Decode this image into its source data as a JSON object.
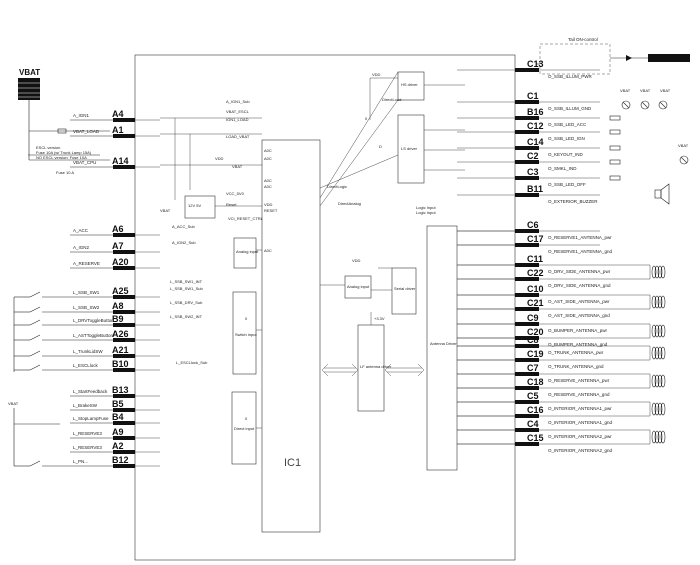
{
  "title": {
    "vbat": "VBAT",
    "ic": "IC1",
    "tail_control": "Tail ON-control"
  },
  "left_pins": [
    {
      "pin": "A4",
      "signal": "A_IGN1"
    },
    {
      "pin": "A1",
      "signal": "VBAT_LOAD"
    },
    {
      "pin": "A14",
      "signal": "VBAT_CPU"
    },
    {
      "pin": "A6",
      "signal": "A_ACC"
    },
    {
      "pin": "A7",
      "signal": "A_IGN2"
    },
    {
      "pin": "A20",
      "signal": "A_RESERVE"
    },
    {
      "pin": "A25",
      "signal": "L_SSB_SW1"
    },
    {
      "pin": "A8",
      "signal": "L_SSB_SW2"
    },
    {
      "pin": "B9",
      "signal": "L_DRVToggleButton"
    },
    {
      "pin": "A26",
      "signal": "L_ASTToggleButton"
    },
    {
      "pin": "A21",
      "signal": "L_TrunkLidSW"
    },
    {
      "pin": "B10",
      "signal": "L_ESCLlock"
    },
    {
      "pin": "B13",
      "signal": "L_StartFeedback"
    },
    {
      "pin": "B5",
      "signal": "L_BrakeSW"
    },
    {
      "pin": "B4",
      "signal": "L_StopLampFuse"
    },
    {
      "pin": "A9",
      "signal": "L_RESERVE3"
    },
    {
      "pin": "A2",
      "signal": "L_RESERVE3"
    },
    {
      "pin": "B12",
      "signal": "L_PN..."
    }
  ],
  "right_pins": [
    {
      "pin": "C13",
      "signal": "O_SSB_ILLUM_PWR"
    },
    {
      "pin": "C1",
      "signal": "O_SSB_ILLUM_GND"
    },
    {
      "pin": "B16",
      "signal": "O_SSB_LED_ACC"
    },
    {
      "pin": "C12",
      "signal": "O_SSB_LED_IGN"
    },
    {
      "pin": "C14",
      "signal": "O_KEYOUT_IND"
    },
    {
      "pin": "C2",
      "signal": "O_SMKL_IND"
    },
    {
      "pin": "C3",
      "signal": "O_SSB_LED_OFF"
    },
    {
      "pin": "B11",
      "signal": "O_EXTERIOR_BUZZER"
    },
    {
      "pin": "C6",
      "signal": "O_RESERVE1_ANTENNA_pwr"
    },
    {
      "pin": "C17",
      "signal": "O_RESERVE1_ANTENNA_gnd"
    },
    {
      "pin": "C11",
      "signal": "O_DRV_SIDE_ANTENNA_pwr"
    },
    {
      "pin": "C22",
      "signal": "O_DRV_SIDE_ANTENNA_gnd"
    },
    {
      "pin": "C10",
      "signal": "O_AST_SIDE_ANTENNA_pwr"
    },
    {
      "pin": "C21",
      "signal": "O_AST_SIDE_ANTENNA_gnd"
    },
    {
      "pin": "C9",
      "signal": "O_BUMPER_ANTENNA_pwr"
    },
    {
      "pin": "C20",
      "signal": "O_BUMPER_ANTENNA_gnd"
    },
    {
      "pin": "C8",
      "signal": "O_TRUNK_ANTENNA_pwr"
    },
    {
      "pin": "C19",
      "signal": "O_TRUNK_ANTENNA_gnd"
    },
    {
      "pin": "C7",
      "signal": "O_RESERVE_ANTENNA_pwr"
    },
    {
      "pin": "C18",
      "signal": "O_RESERVE_ANTENNA_gnd"
    },
    {
      "pin": "C5",
      "signal": "O_INTERIOR_ANTENNA1_pwr"
    },
    {
      "pin": "C16",
      "signal": "O_INTERIOR_ANTENNA1_gnd"
    },
    {
      "pin": "C4",
      "signal": "O_INTERIOR_ANTENNA2_pwr"
    },
    {
      "pin": "C15",
      "signal": "O_INTERIOR_ANTENNA2_gnd"
    }
  ],
  "blocks": {
    "analog_input": "Analog input",
    "switch_input": "Switch input",
    "direct_input": "Direct input",
    "regulator": "12V 5V",
    "hs_driver": "HS driver",
    "ls_driver": "LS driver",
    "antenna_driver": "Antenna Driver",
    "lf_antenna_driver": "LF antenna driver",
    "analog_input_small": "Analog input",
    "serial_driver": "Serial driver"
  },
  "notes": {
    "vbat_cpu_note": "Fuse 10 A"
  },
  "lamp_labels": [
    "VBAT",
    "VBAT",
    "VBAT",
    "VBAT"
  ]
}
